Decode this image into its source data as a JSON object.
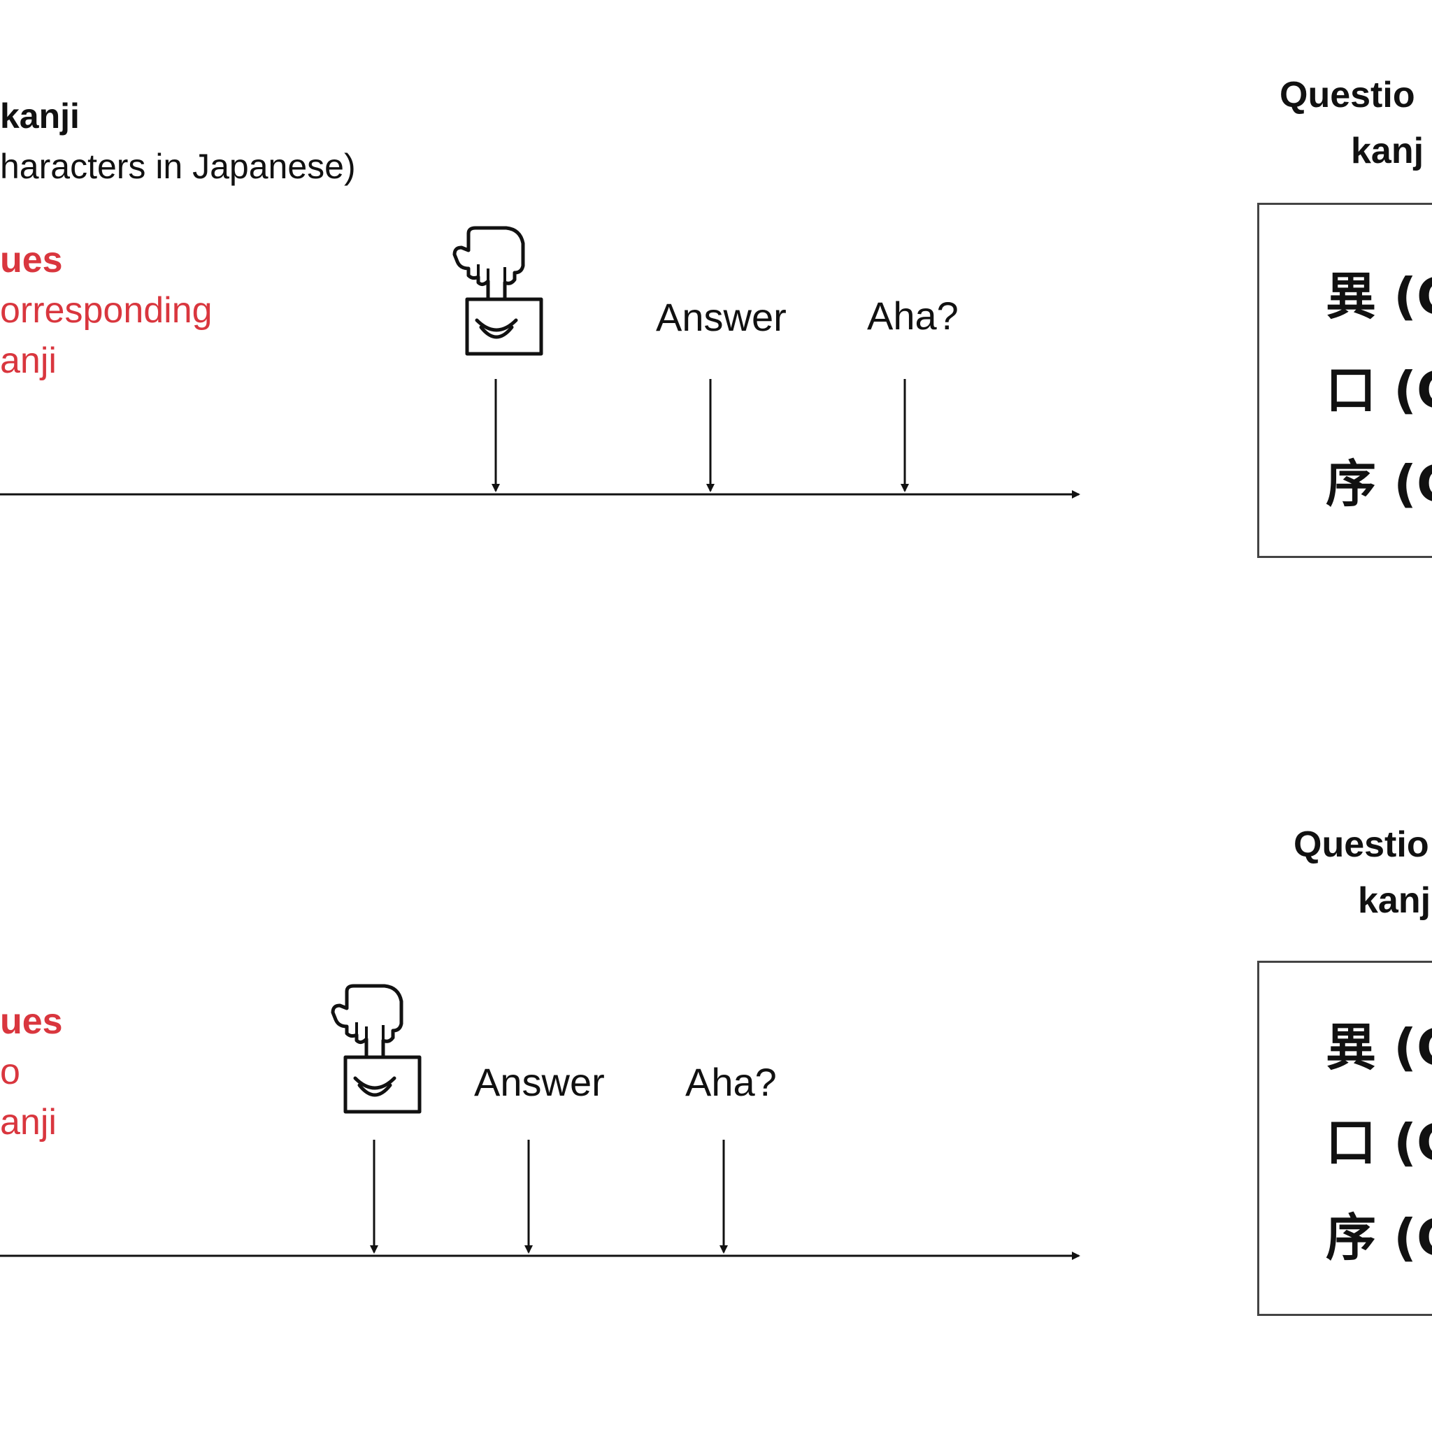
{
  "colors": {
    "cue": "#d9363e",
    "ink": "#111111",
    "box": "#444444"
  },
  "panel1": {
    "title_line1": "kanji",
    "title_line2": "haracters in Japanese)",
    "cue_line1": "ues",
    "cue_line2": "orresponding",
    "cue_line3": "anji",
    "icon": "finger-pressing-button-icon",
    "answer_label": "Answer",
    "aha_label": "Aha?",
    "question_line1": "Questio",
    "question_line2": "kanj",
    "kanji": [
      "異 (C",
      "口 (C",
      "序 (C"
    ]
  },
  "panel2": {
    "cue_line1": "ues",
    "cue_line2": "o",
    "cue_line3": "anji",
    "icon": "finger-pressing-button-icon",
    "answer_label": "Answer",
    "aha_label": "Aha?",
    "question_line1": "Questio",
    "question_line2": "kanji",
    "kanji": [
      "異 (C",
      "口 (C",
      "序 (C"
    ]
  }
}
